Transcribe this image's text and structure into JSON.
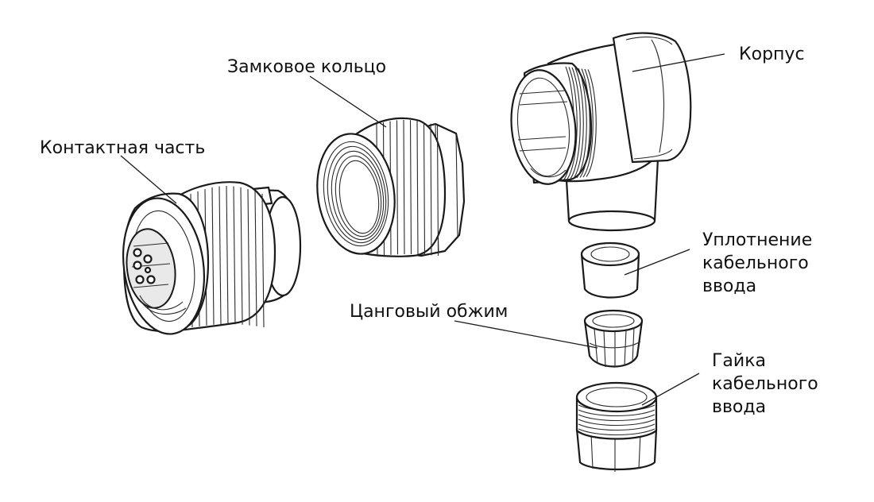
{
  "labels": {
    "contact_part": "Контактная часть",
    "locking_ring": "Замковое кольцо",
    "housing": "Корпус",
    "seal_line1": "Уплотнение",
    "seal_line2": "кабельного",
    "seal_line3": "ввода",
    "collet": "Цанговый обжим",
    "nut_line1": "Гайка",
    "nut_line2": "кабельного",
    "nut_line3": "ввода"
  },
  "colors": {
    "line": "#1a1a1a",
    "text": "#111111",
    "background": "#ffffff"
  }
}
